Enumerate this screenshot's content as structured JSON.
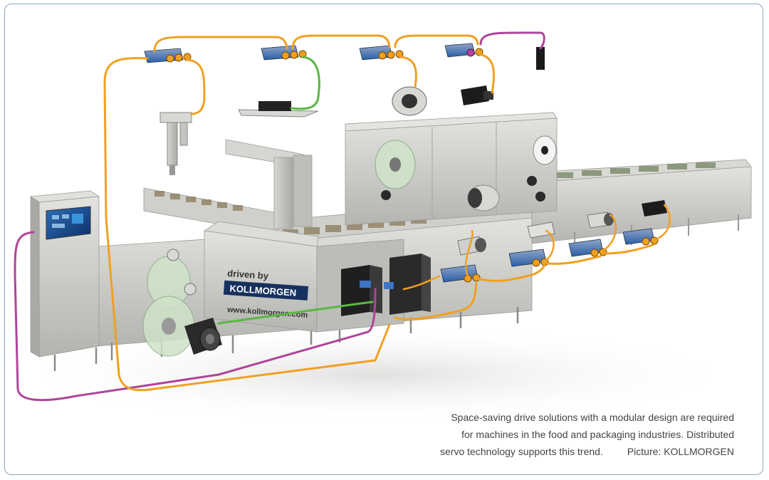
{
  "panel": {
    "driven_by": "driven by",
    "brand": "KOLLMORGEN",
    "url": "www.kollmorgen.com"
  },
  "caption": {
    "line1": "Space-saving drive solutions with a modular design are required",
    "line2": "for machines in the food and packaging industries. Distributed",
    "line3": "servo technology supports this trend.",
    "credit": "Picture: KOLLMORGEN"
  },
  "colors": {
    "ethercat_cable": "#f0a020",
    "power_cable": "#b0449a",
    "signal_cable": "#58b840",
    "drive_blue": "#2b68b0",
    "steel": "#c9c9c6",
    "frame_border": "#8fa3b8"
  }
}
